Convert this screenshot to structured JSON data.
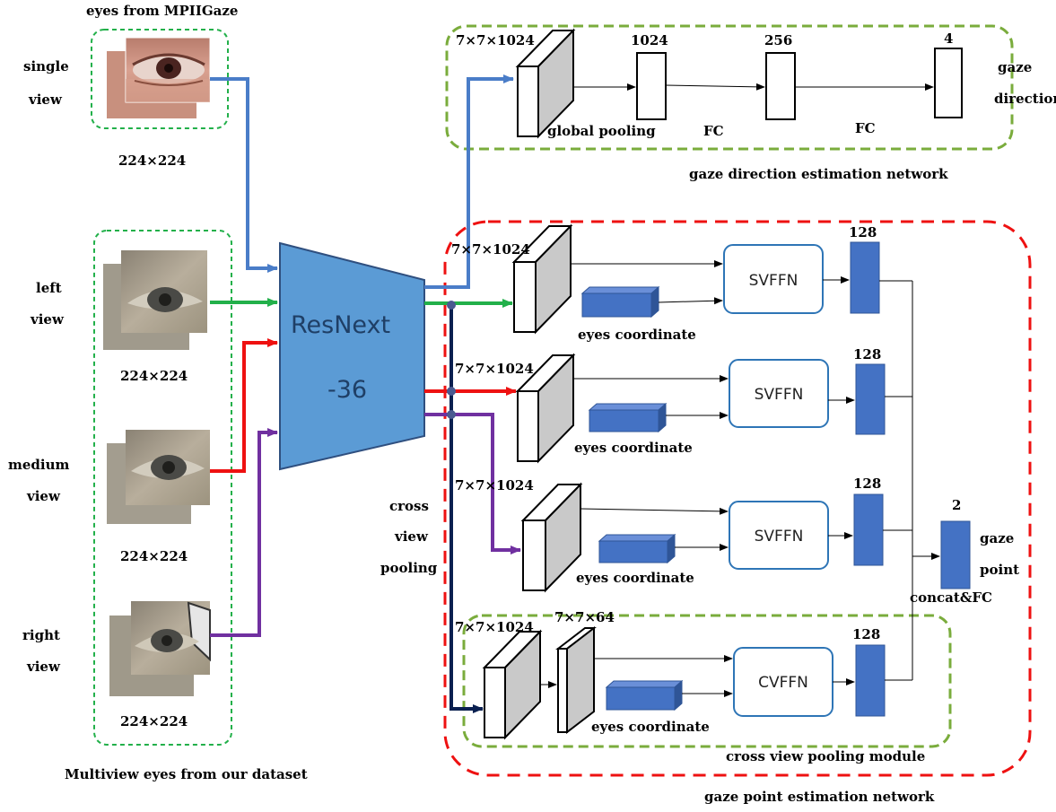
{
  "colors": {
    "green_dash": "#22b04a",
    "olive_dash": "#7aac3c",
    "red_dash": "#ee1111",
    "resnext_fill": "#5b9bd5",
    "block_blue": "#4472c4",
    "arrow_blue": "#4a7dc8",
    "arrow_green": "#22b04a",
    "arrow_red": "#ee1111",
    "arrow_purple": "#7030a0",
    "arrow_navy": "#0a2050"
  },
  "inputs": {
    "mpii_title": "eyes from MPIIGaze",
    "single_view": [
      "single",
      "view"
    ],
    "left_view": [
      "left",
      "view"
    ],
    "medium_view": [
      "medium",
      "view"
    ],
    "right_view": [
      "right",
      "view"
    ],
    "size_label": "224×224",
    "dataset_caption": "Multiview eyes from our dataset"
  },
  "backbone": {
    "line1": "ResNext",
    "line2": "-36"
  },
  "cross_view": [
    "cross",
    "view",
    "pooling"
  ],
  "gaze_direction": {
    "feature_dim": "7×7×1024",
    "fc1_dim": "1024",
    "fc2_dim": "256",
    "out_dim": "4",
    "global_pooling": "global pooling",
    "fc_label": "FC",
    "output": [
      "gaze",
      "direction"
    ],
    "caption": "gaze direction estimation network"
  },
  "gaze_point": {
    "feature_dim": "7×7×1024",
    "pooled_dim": "7×7×64",
    "eyes_coordinate": "eyes coordinate",
    "svffn": "SVFFN",
    "cvffn": "CVFFN",
    "vec_dim": "128",
    "out_dim": "2",
    "concat": "concat&FC",
    "output": [
      "gaze",
      "point"
    ],
    "pooling_module": "cross view pooling module",
    "caption": "gaze point estimation network"
  }
}
